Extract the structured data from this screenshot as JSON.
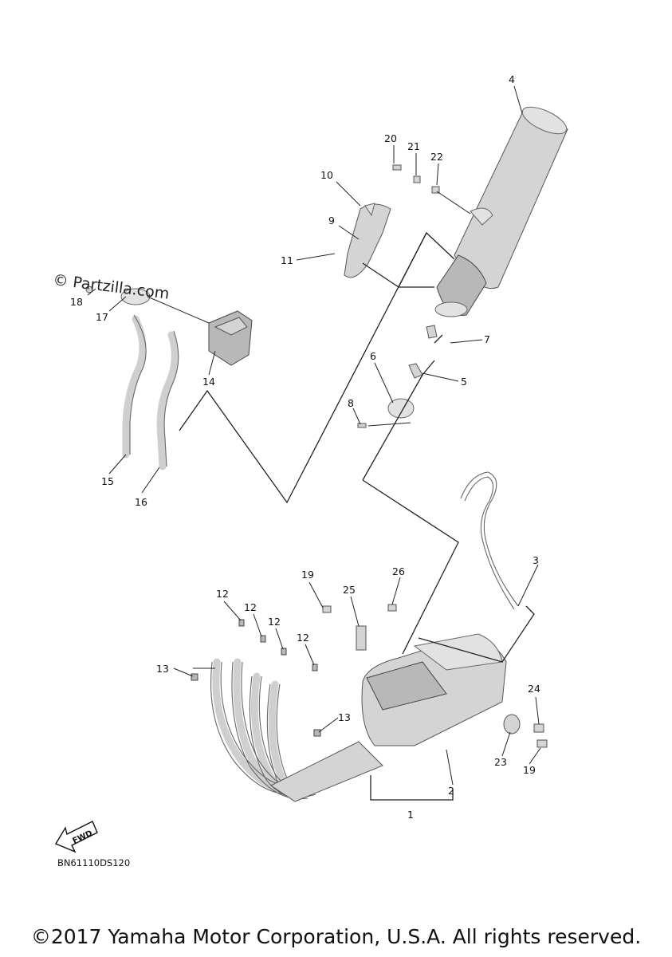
{
  "watermark": "© Partzilla.com",
  "diagram_code": "BN61110DS120",
  "fwd_label": "FWD",
  "copyright": "©2017 Yamaha Motor Corporation, U.S.A. All rights reserved.",
  "callouts": [
    "1",
    "2",
    "3",
    "4",
    "5",
    "6",
    "7",
    "8",
    "9",
    "10",
    "11",
    "12",
    "13",
    "14",
    "15",
    "16",
    "17",
    "18",
    "19",
    "20",
    "21",
    "22",
    "23",
    "24",
    "25",
    "26"
  ]
}
